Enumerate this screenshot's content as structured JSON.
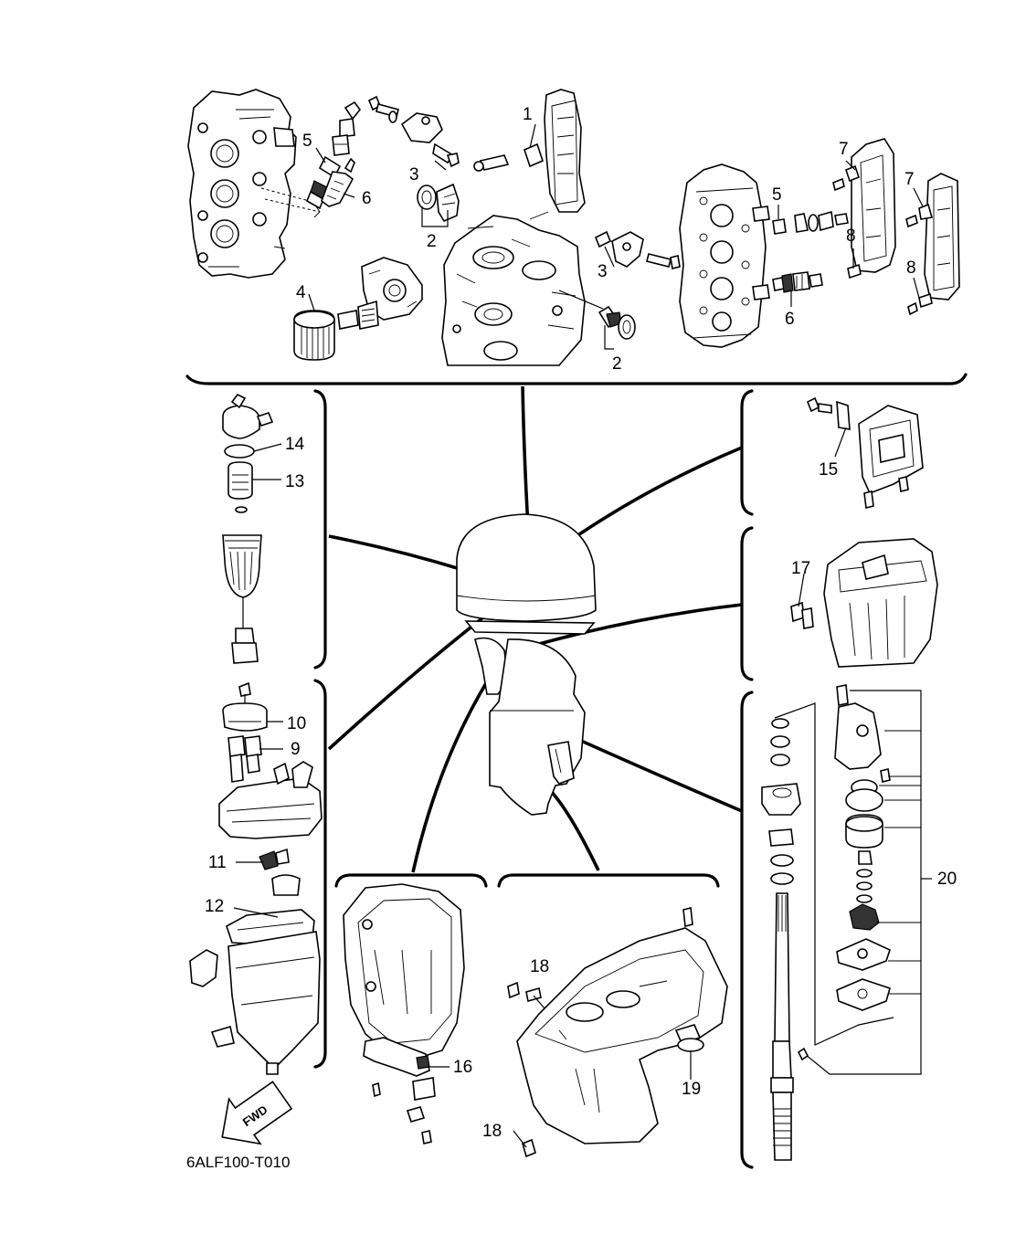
{
  "diagram": {
    "code": "6ALF100-T010",
    "fwd_text": "FWD",
    "callouts": [
      "1",
      "2",
      "2",
      "3",
      "3",
      "4",
      "5",
      "5",
      "6",
      "6",
      "7",
      "7",
      "8",
      "8",
      "9",
      "10",
      "11",
      "12",
      "13",
      "14",
      "15",
      "16",
      "17",
      "18",
      "18",
      "19",
      "20"
    ]
  }
}
